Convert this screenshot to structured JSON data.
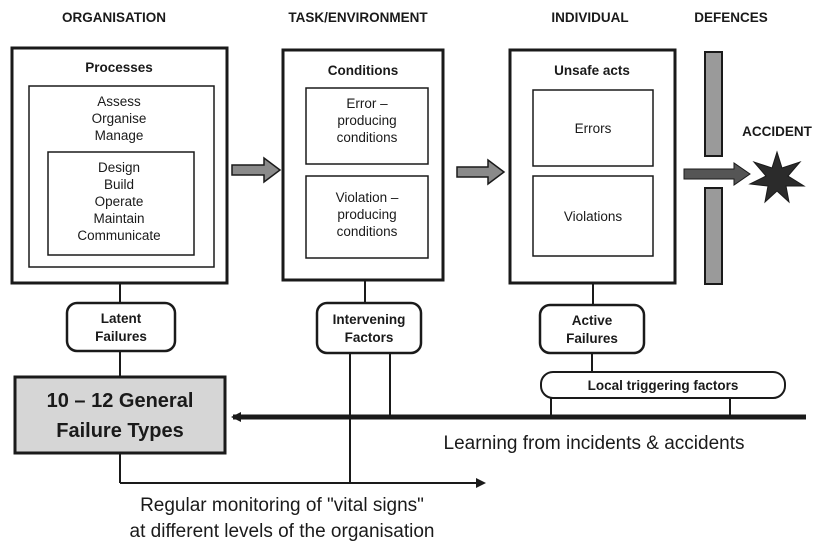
{
  "headers": {
    "organisation": "ORGANISATION",
    "task_environment": "TASK/ENVIRONMENT",
    "individual": "INDIVIDUAL",
    "defences": "DEFENCES"
  },
  "organisation": {
    "title": "Processes",
    "outer_items": [
      "Assess",
      "Organise",
      "Manage"
    ],
    "inner_items": [
      "Design",
      "Build",
      "Operate",
      "Maintain",
      "Communicate"
    ]
  },
  "task": {
    "title": "Conditions",
    "error_box": [
      "Error –",
      "producing",
      "conditions"
    ],
    "violation_box": [
      "Violation –",
      "producing",
      "conditions"
    ]
  },
  "individual": {
    "title": "Unsafe acts",
    "errors": "Errors",
    "violations": "Violations"
  },
  "accident": "ACCIDENT",
  "latent": [
    "Latent",
    "Failures"
  ],
  "intervening": [
    "Intervening",
    "Factors"
  ],
  "active": [
    "Active",
    "Failures"
  ],
  "local_triggering": "Local triggering factors",
  "general_failure": [
    "10 – 12  General",
    "Failure Types"
  ],
  "learning": "Learning from incidents & accidents",
  "monitoring": [
    "Regular monitoring of \"vital signs\"",
    "at different levels of the organisation"
  ],
  "colors": {
    "ink": "#1a1a1a",
    "fill_gray": "#d6d6d6",
    "defence_gray": "#9a9a9a",
    "star_dark": "#2b2b2b"
  }
}
